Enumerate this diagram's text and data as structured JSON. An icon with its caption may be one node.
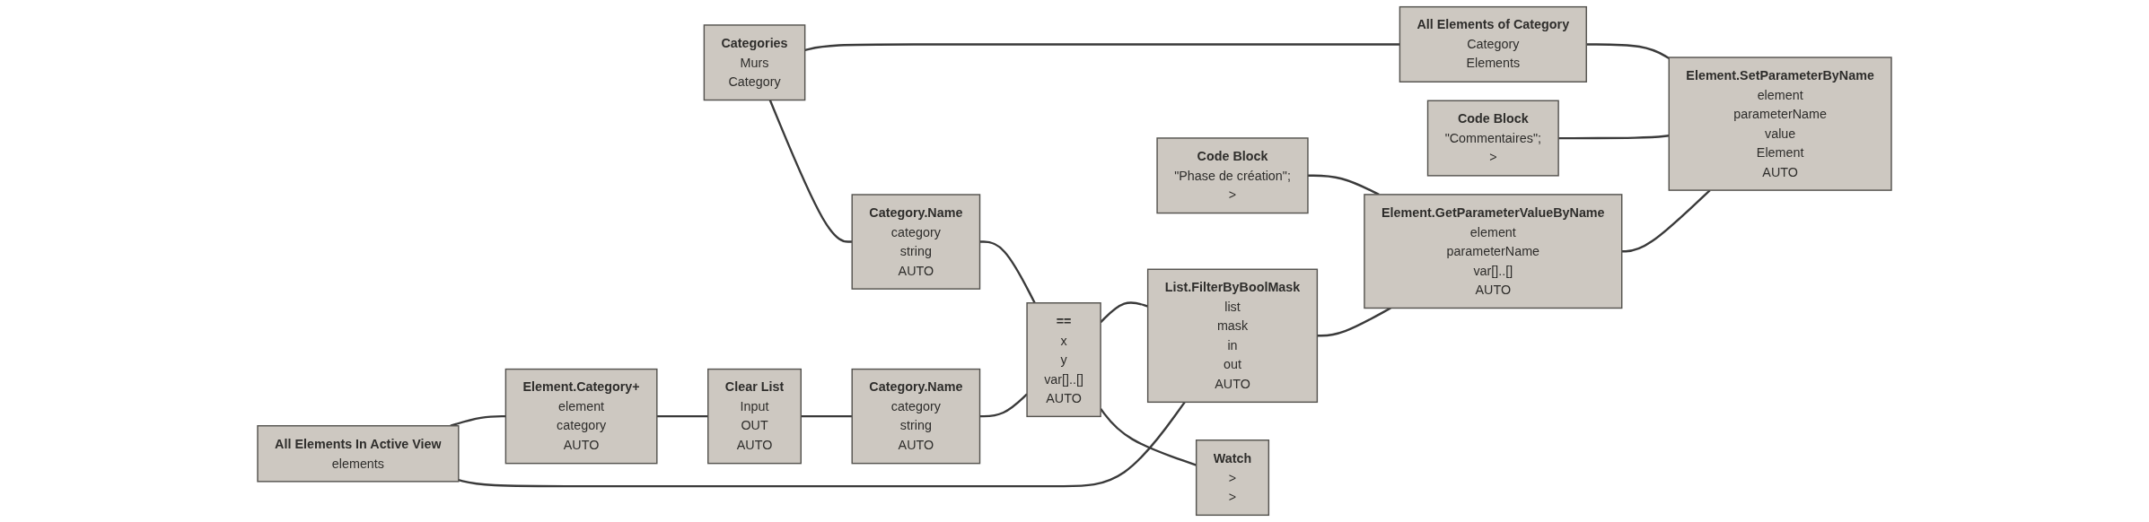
{
  "diagram": {
    "nodes": [
      {
        "text": [
          "Categories",
          "Murs",
          "Category"
        ]
      },
      {
        "text": [
          "All Elements of Category",
          "Category",
          "Elements"
        ]
      },
      {
        "text": [
          "Category.Name",
          "category",
          "string",
          "AUTO"
        ]
      },
      {
        "text": [
          "All Elements In Active View",
          "elements"
        ]
      },
      {
        "text": [
          "Element.Category+",
          "element",
          "category",
          "AUTO"
        ]
      },
      {
        "text": [
          "Clear List",
          "Input",
          "OUT",
          "AUTO"
        ]
      },
      {
        "text": [
          "Category.Name",
          "category",
          "string",
          "AUTO"
        ]
      },
      {
        "text": [
          "==",
          "x",
          "y",
          "var[]..[]",
          "AUTO"
        ]
      },
      {
        "text": [
          "List.FilterByBoolMask",
          "list",
          "mask",
          "in",
          "out",
          "AUTO"
        ]
      },
      {
        "text": [
          "Code Block",
          "\"Commentaires\";",
          ">"
        ]
      },
      {
        "text": [
          "Code Block",
          "\"Phase de création\";",
          ">"
        ]
      },
      {
        "text": [
          "Watch",
          ">",
          ">"
        ]
      },
      {
        "text": [
          "Element.GetParameterValueByName",
          "element",
          "parameterName",
          "var[]..[]",
          "AUTO"
        ]
      },
      {
        "text": [
          "Element.SetParameterByName",
          "element",
          "parameterName",
          "value",
          "Element",
          "AUTO"
        ]
      }
    ],
    "edges": [
      {
        "from": 0,
        "to": 1,
        "arrow": "none"
      },
      {
        "from": 0,
        "to": 2,
        "arrow": "none"
      },
      {
        "from": 3,
        "to": 4,
        "arrow": "none"
      },
      {
        "from": 3,
        "to": 8,
        "arrow": "none"
      },
      {
        "from": 4,
        "to": 5,
        "arrow": "none"
      },
      {
        "from": 5,
        "to": 6,
        "arrow": "none"
      },
      {
        "from": 6,
        "to": 7,
        "arrow": "none"
      },
      {
        "from": 2,
        "to": 7,
        "arrow": "none"
      },
      {
        "from": 7,
        "to": 8,
        "arrow": "none"
      },
      {
        "from": 7,
        "to": 11,
        "arrow": "none"
      },
      {
        "from": 8,
        "to": 12,
        "arrow": "none"
      },
      {
        "from": 10,
        "to": 12,
        "arrow": "none"
      },
      {
        "from": 1,
        "to": 13,
        "arrow": "none"
      },
      {
        "from": 9,
        "to": 13,
        "arrow": "none"
      },
      {
        "from": 12,
        "to": 13,
        "arrow": "none"
      }
    ]
  }
}
